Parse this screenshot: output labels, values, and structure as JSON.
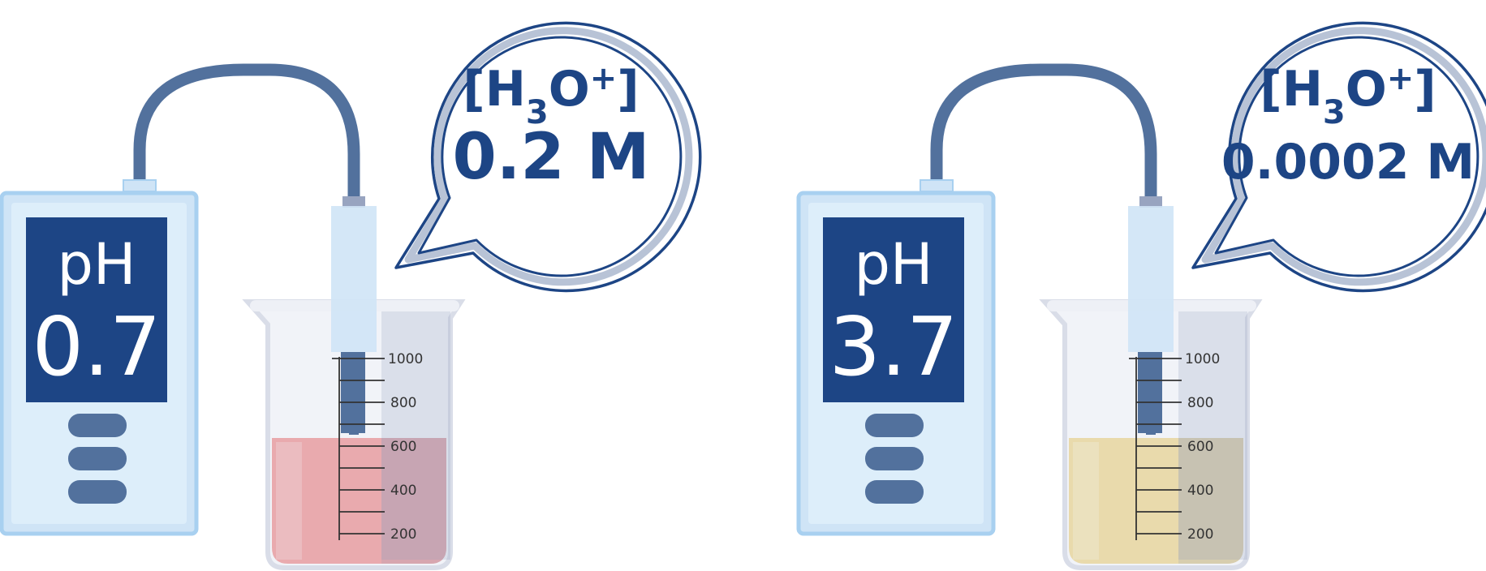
{
  "panels": [
    {
      "meter": {
        "label": "pH",
        "value": "0.7"
      },
      "bubble": {
        "species_open": "[H",
        "species_sub": "3",
        "species_mid": "O",
        "species_sup": "+",
        "species_close": "]",
        "concentration": "0.2 M"
      },
      "beaker": {
        "liquid_color": "#f07b78",
        "liquid_color_shade": "#c8737b",
        "liquid_color_light": "#f7a9a6",
        "graduations": [
          "1000",
          "800",
          "600",
          "400",
          "200"
        ],
        "fill_level_ml": 600
      }
    },
    {
      "meter": {
        "label": "pH",
        "value": "3.7"
      },
      "bubble": {
        "species_open": "[H",
        "species_sub": "3",
        "species_mid": "O",
        "species_sup": "+",
        "species_close": "]",
        "concentration": "0.0002 M"
      },
      "beaker": {
        "liquid_color": "#f0d276",
        "liquid_color_shade": "#c8b479",
        "liquid_color_light": "#f7e2a4",
        "graduations": [
          "1000",
          "800",
          "600",
          "400",
          "200"
        ],
        "fill_level_ml": 600
      }
    }
  ],
  "colors": {
    "meter_body": "#cfe4f6",
    "meter_outline": "#a8d0f0",
    "screen": "#1d4585",
    "buttons": "#52719d",
    "cable": "#52719d",
    "bubble_fill": "#ffffff",
    "bubble_ring": "#b8c3d6",
    "bubble_outline": "#1d4585",
    "text_dark": "#1d4585"
  },
  "icons": [
    "ph-meter-icon",
    "beaker-icon",
    "probe-icon",
    "speech-bubble-icon"
  ]
}
